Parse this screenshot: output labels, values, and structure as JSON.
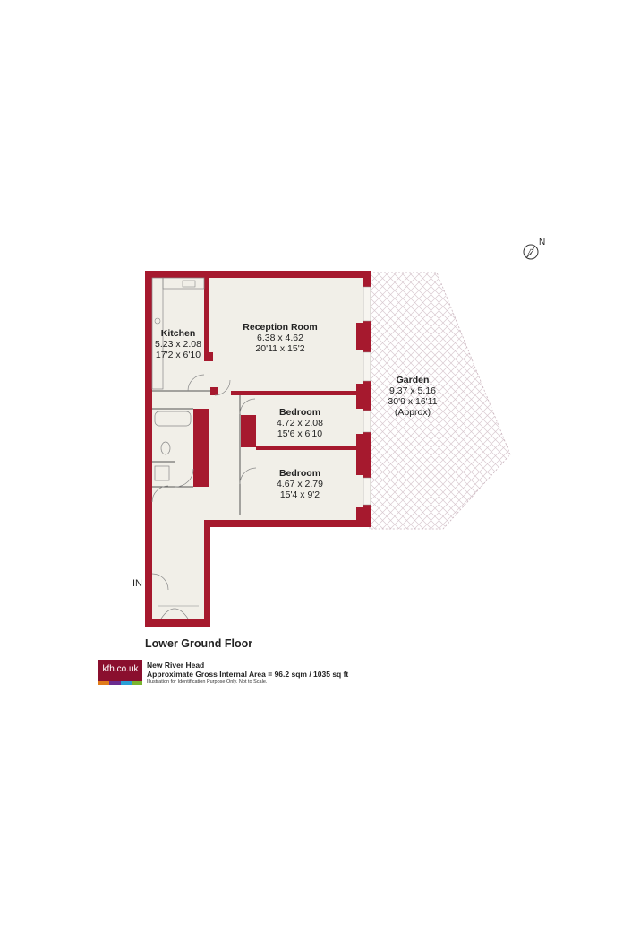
{
  "floor_title": "Lower Ground Floor",
  "entrance_label": "IN",
  "compass": {
    "north_label": "N"
  },
  "rooms": {
    "kitchen": {
      "name": "Kitchen",
      "metric": "5.23 x 2.08",
      "imperial": "17'2 x 6'10"
    },
    "reception": {
      "name": "Reception Room",
      "metric": "6.38 x 4.62",
      "imperial": "20'11 x 15'2"
    },
    "bedroom1": {
      "name": "Bedroom",
      "metric": "4.72 x 2.08",
      "imperial": "15'6 x 6'10"
    },
    "bedroom2": {
      "name": "Bedroom",
      "metric": "4.67 x 2.79",
      "imperial": "15'4 x 9'2"
    },
    "garden": {
      "name": "Garden",
      "metric": "9.37 x 5.16",
      "imperial": "30'9 x 16'11",
      "note": "(Approx)"
    }
  },
  "logo": {
    "text": "kfh.co.uk",
    "stripe_colors": [
      "#e07b1a",
      "#6b2c8f",
      "#2a9fd6",
      "#7ab530"
    ]
  },
  "caption": {
    "property_name": "New River Head",
    "area": "Approximate Gross Internal Area = 96.2 sqm / 1035 sq ft",
    "disclaimer": "Illustration for Identification Purpose Only. Not to Scale."
  },
  "colors": {
    "wall": "#a6192e",
    "floor": "#f1efe8",
    "garden_hatch": "#d8c8cf"
  }
}
